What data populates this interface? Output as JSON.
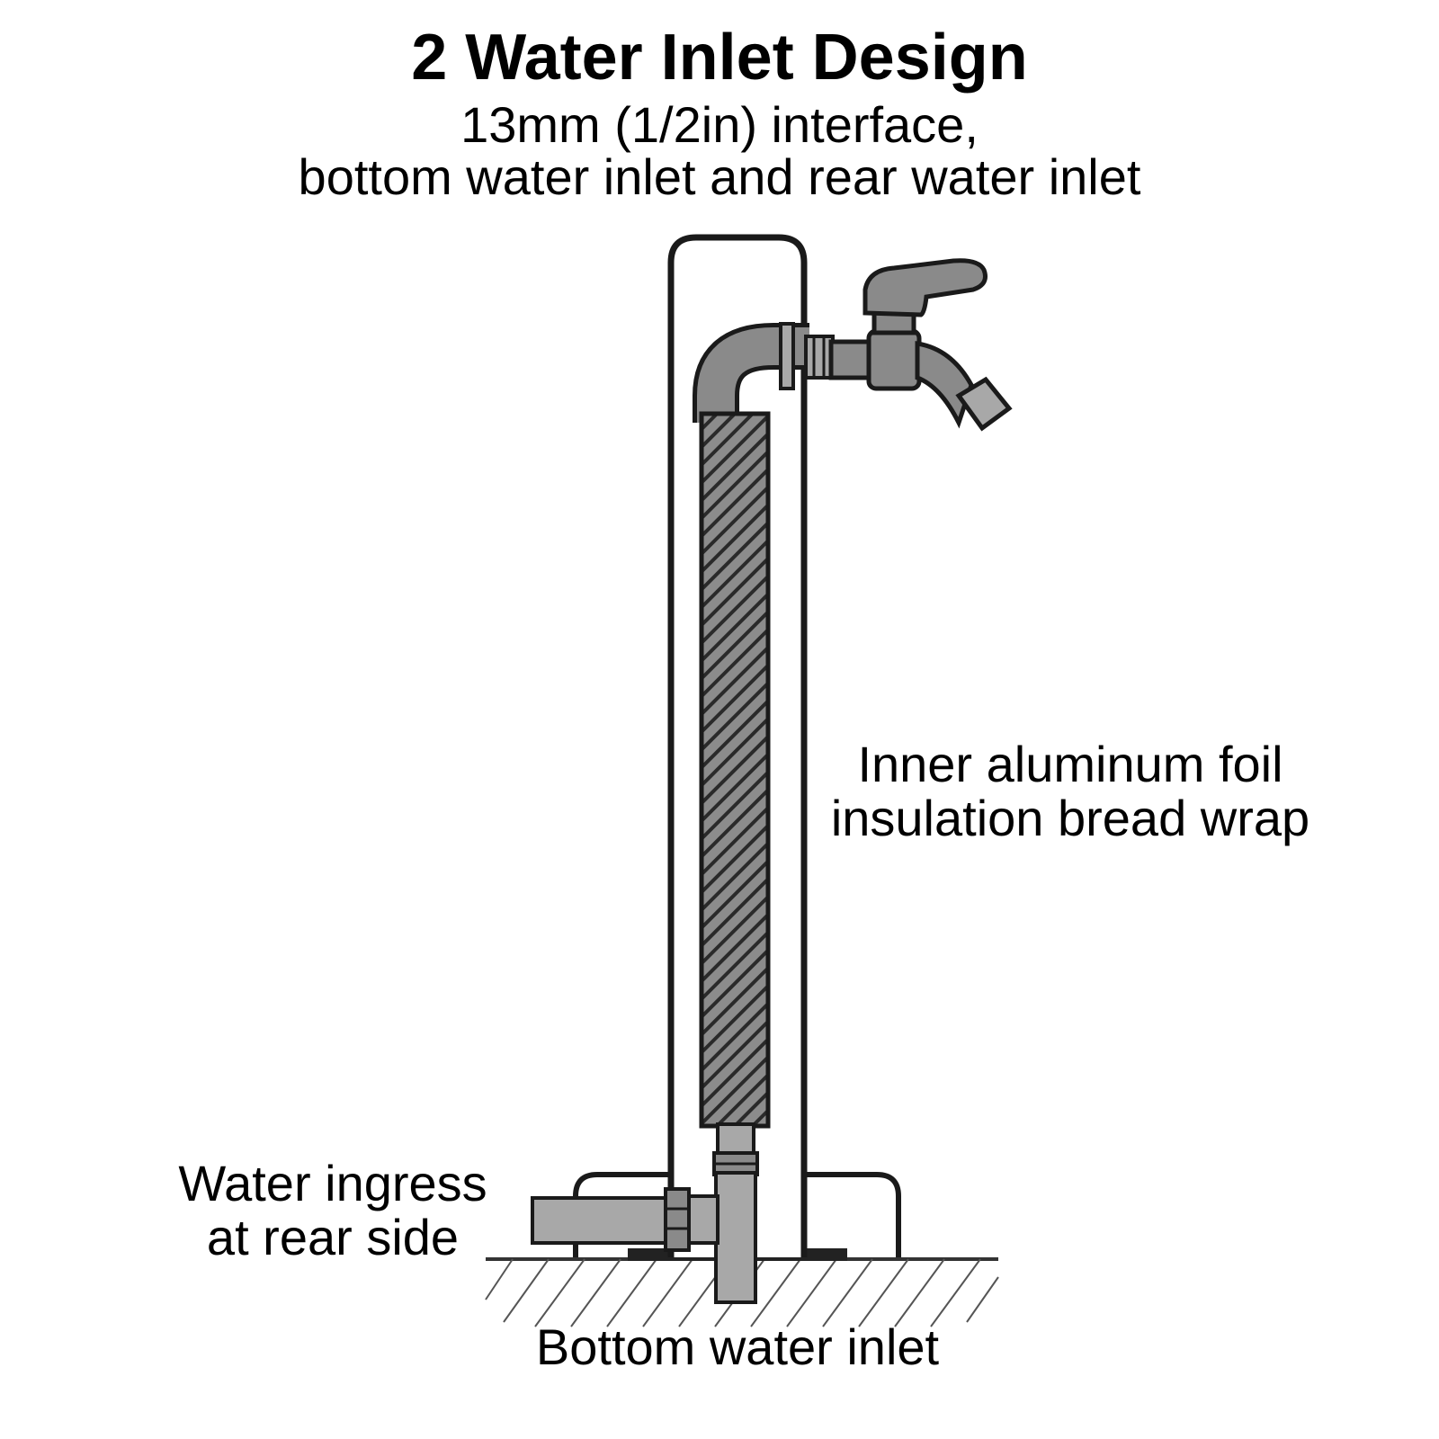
{
  "header": {
    "title": "2 Water Inlet Design",
    "subtitle_line1": "13mm (1/2in) interface,",
    "subtitle_line2": "bottom water inlet and rear water inlet"
  },
  "labels": {
    "foil_line1": "Inner aluminum foil",
    "foil_line2": "insulation bread wrap",
    "rear_line1": "Water ingress",
    "rear_line2": "at rear side",
    "bottom": "Bottom water inlet"
  },
  "colors": {
    "outline": "#1a1a1a",
    "pipe_fill": "#8a8a8a",
    "fitting_fill": "#a8a8a8",
    "base_plate": "#222222"
  }
}
